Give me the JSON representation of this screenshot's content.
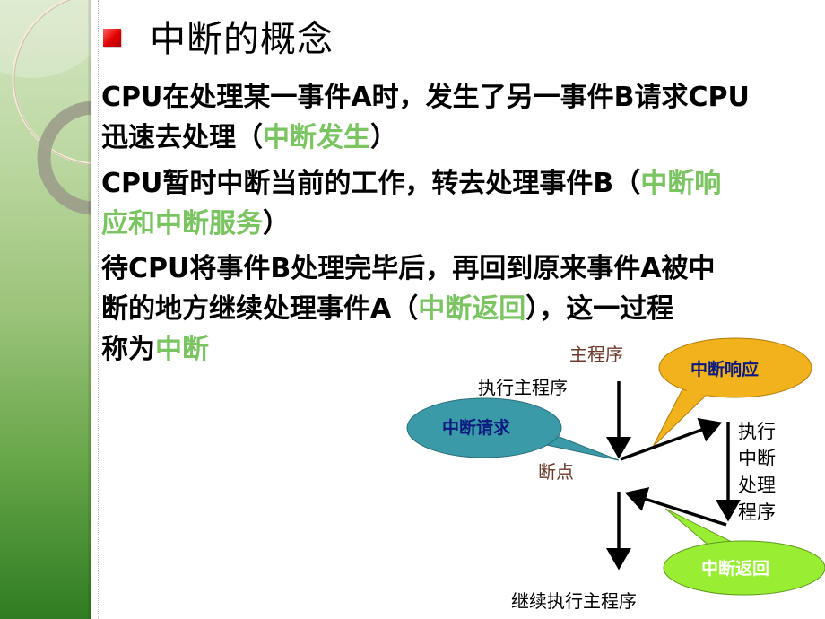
{
  "slide": {
    "title": "中断的概念",
    "bullet_color": "#e00000",
    "highlight_color": "#7ac461",
    "paragraphs": [
      {
        "lines": [
          [
            {
              "text": "CPU在处理某一事件A时，发生了另一事件B请求CPU",
              "hl": false
            }
          ],
          [
            {
              "text": "迅速去处理（",
              "hl": false
            },
            {
              "text": "中断发生",
              "hl": true
            },
            {
              "text": "）",
              "hl": false
            }
          ]
        ]
      },
      {
        "lines": [
          [
            {
              "text": "CPU暂时中断当前的工作，转去处理事件B（",
              "hl": false
            },
            {
              "text": "中断响",
              "hl": true
            }
          ],
          [
            {
              "text": "应和中断服务",
              "hl": true
            },
            {
              "text": "）",
              "hl": false
            }
          ]
        ]
      },
      {
        "lines": [
          [
            {
              "text": "待CPU将事件B处理完毕后，再回到原来事件A被中",
              "hl": false
            }
          ],
          [
            {
              "text": "断的地方继续处理事件A（",
              "hl": false
            },
            {
              "text": "中断返回",
              "hl": true
            },
            {
              "text": "），这一过程",
              "hl": false
            }
          ],
          [
            {
              "text": "称为",
              "hl": false
            },
            {
              "text": "中断",
              "hl": true
            }
          ]
        ]
      }
    ]
  },
  "diagram": {
    "labels": {
      "main_program": "主程序",
      "execute_main": "执行主程序",
      "breakpoint": "断点",
      "execute_isr": "执行中断处理程序",
      "continue_main": "继续执行主程序"
    },
    "bubbles": {
      "request": {
        "text": "中断请求",
        "fill": "#3a9aa8",
        "text_color": "#0a1a80"
      },
      "response": {
        "text": "中断响应",
        "fill": "#f2b21c",
        "text_color": "#0a1a80"
      },
      "return": {
        "text": "中断返回",
        "fill": "#99ee33",
        "text_color": "#ffffff"
      }
    }
  }
}
